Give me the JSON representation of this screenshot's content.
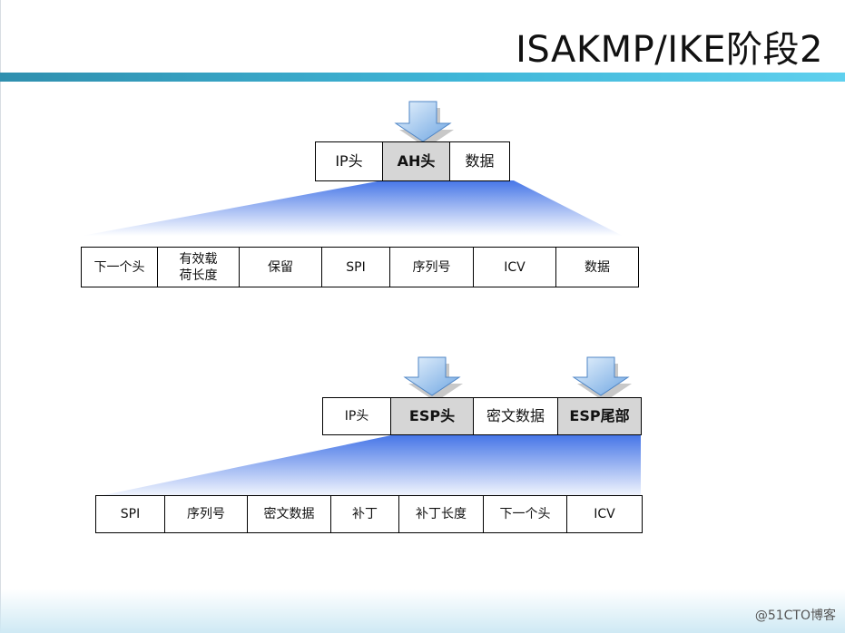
{
  "title": "ISAKMP/IKE阶段2",
  "ah": {
    "top_cells": [
      "IP头",
      "AH头",
      "数据"
    ],
    "bottom_cells": [
      "下一个头",
      "有效载\n荷长度",
      "保留",
      "SPI",
      "序列号",
      "ICV",
      "数据"
    ]
  },
  "esp": {
    "top_cells": [
      "IP头",
      "ESP头",
      "密文数据",
      "ESP尾部"
    ],
    "bottom_cells": [
      "SPI",
      "序列号",
      "密文数据",
      "补丁",
      "补丁长度",
      "下一个头",
      "ICV"
    ]
  },
  "icons": {
    "arrow": "down-arrow-icon"
  },
  "watermark": "@51CTO博客",
  "colors": {
    "accent": "#3fb6d8",
    "highlight": "#d6d6d6",
    "fan": "#4a78e8"
  }
}
